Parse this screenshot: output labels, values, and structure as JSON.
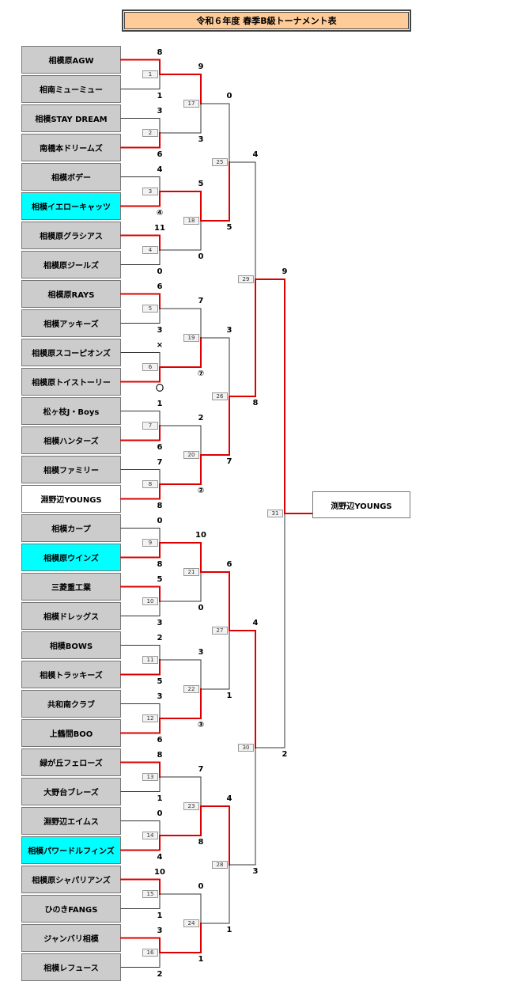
{
  "title": "令和６年度 春季B級トーナメント表",
  "champion": "渕野辺YOUNGS",
  "teams": [
    {
      "name": "相模原AGW",
      "style": "gray"
    },
    {
      "name": "相南ミューミュー",
      "style": "gray"
    },
    {
      "name": "相模STAY DREAM",
      "style": "gray"
    },
    {
      "name": "南橋本ドリームズ",
      "style": "gray"
    },
    {
      "name": "相模ボデー",
      "style": "gray"
    },
    {
      "name": "相模イエローキャッツ",
      "style": "cyan"
    },
    {
      "name": "相模原グラシアス",
      "style": "gray"
    },
    {
      "name": "相模原ジールズ",
      "style": "gray"
    },
    {
      "name": "相模原RAYS",
      "style": "gray"
    },
    {
      "name": "相模アッキーズ",
      "style": "gray"
    },
    {
      "name": "相模原スコーピオンズ",
      "style": "gray"
    },
    {
      "name": "相模原トイストーリー",
      "style": "gray"
    },
    {
      "name": "松ヶ枝J・Boys",
      "style": "gray"
    },
    {
      "name": "相模ハンターズ",
      "style": "gray"
    },
    {
      "name": "相模ファミリー",
      "style": "gray"
    },
    {
      "name": "淵野辺YOUNGS",
      "style": "white"
    },
    {
      "name": "相模カープ",
      "style": "gray"
    },
    {
      "name": "相模原ウインズ",
      "style": "cyan"
    },
    {
      "name": "三菱重工業",
      "style": "gray"
    },
    {
      "name": "相模ドレッグス",
      "style": "gray"
    },
    {
      "name": "相模BOWS",
      "style": "gray"
    },
    {
      "name": "相模トラッキーズ",
      "style": "gray"
    },
    {
      "name": "共和南クラブ",
      "style": "gray"
    },
    {
      "name": "上鶴間BOO",
      "style": "gray"
    },
    {
      "name": "緑が丘フェローズ",
      "style": "gray"
    },
    {
      "name": "大野台ブレーズ",
      "style": "gray"
    },
    {
      "name": "淵野辺エイムス",
      "style": "gray"
    },
    {
      "name": "相模パワードルフィンズ",
      "style": "cyan"
    },
    {
      "name": "相模原シャパリアンズ",
      "style": "gray"
    },
    {
      "name": "ひのきFANGS",
      "style": "gray"
    },
    {
      "name": "ジャンバリ相模",
      "style": "gray"
    },
    {
      "name": "相模レフュース",
      "style": "gray"
    }
  ],
  "matches": [
    {
      "num": "1",
      "top_score": "8",
      "bottom_score": "1",
      "winner": "top"
    },
    {
      "num": "2",
      "top_score": "3",
      "bottom_score": "6",
      "winner": "bottom"
    },
    {
      "num": "3",
      "top_score": "4",
      "bottom_score": "④",
      "winner": "bottom"
    },
    {
      "num": "4",
      "top_score": "11",
      "bottom_score": "0",
      "winner": "top"
    },
    {
      "num": "5",
      "top_score": "6",
      "bottom_score": "3",
      "winner": "top"
    },
    {
      "num": "6",
      "top_score": "×",
      "bottom_score": "〇",
      "winner": "bottom"
    },
    {
      "num": "7",
      "top_score": "1",
      "bottom_score": "6",
      "winner": "bottom"
    },
    {
      "num": "8",
      "top_score": "7",
      "bottom_score": "8",
      "winner": "bottom"
    },
    {
      "num": "9",
      "top_score": "0",
      "bottom_score": "8",
      "winner": "bottom"
    },
    {
      "num": "10",
      "top_score": "5",
      "bottom_score": "3",
      "winner": "top"
    },
    {
      "num": "11",
      "top_score": "2",
      "bottom_score": "5",
      "winner": "bottom"
    },
    {
      "num": "12",
      "top_score": "3",
      "bottom_score": "6",
      "winner": "bottom"
    },
    {
      "num": "13",
      "top_score": "8",
      "bottom_score": "1",
      "winner": "top"
    },
    {
      "num": "14",
      "top_score": "0",
      "bottom_score": "4",
      "winner": "bottom"
    },
    {
      "num": "15",
      "top_score": "10",
      "bottom_score": "1",
      "winner": "top"
    },
    {
      "num": "16",
      "top_score": "3",
      "bottom_score": "2",
      "winner": "top"
    },
    {
      "num": "17",
      "top_score": "9",
      "bottom_score": "3",
      "winner": "top"
    },
    {
      "num": "18",
      "top_score": "5",
      "bottom_score": "0",
      "winner": "top"
    },
    {
      "num": "19",
      "top_score": "7",
      "bottom_score": "⑦",
      "winner": "bottom"
    },
    {
      "num": "20",
      "top_score": "2",
      "bottom_score": "②",
      "winner": "bottom"
    },
    {
      "num": "21",
      "top_score": "10",
      "bottom_score": "0",
      "winner": "top"
    },
    {
      "num": "22",
      "top_score": "3",
      "bottom_score": "③",
      "winner": "bottom"
    },
    {
      "num": "23",
      "top_score": "7",
      "bottom_score": "8",
      "winner": "bottom"
    },
    {
      "num": "24",
      "top_score": "0",
      "bottom_score": "1",
      "winner": "bottom"
    },
    {
      "num": "25",
      "top_score": "0",
      "bottom_score": "5",
      "winner": "bottom"
    },
    {
      "num": "26",
      "top_score": "3",
      "bottom_score": "7",
      "winner": "bottom"
    },
    {
      "num": "27",
      "top_score": "6",
      "bottom_score": "1",
      "winner": "top"
    },
    {
      "num": "28",
      "top_score": "4",
      "bottom_score": "1",
      "winner": "top"
    },
    {
      "num": "29",
      "top_score": "4",
      "bottom_score": "8",
      "winner": "bottom"
    },
    {
      "num": "30",
      "top_score": "4",
      "bottom_score": "3",
      "winner": "top"
    },
    {
      "num": "31",
      "top_score": "9",
      "bottom_score": "2",
      "winner": "top"
    }
  ],
  "colors": {
    "winner_line": "#dd0000",
    "loser_line": "#333333",
    "team_gray": "#cccccc",
    "team_highlight": "#00ffff",
    "title_bg": "#ffcc99"
  }
}
